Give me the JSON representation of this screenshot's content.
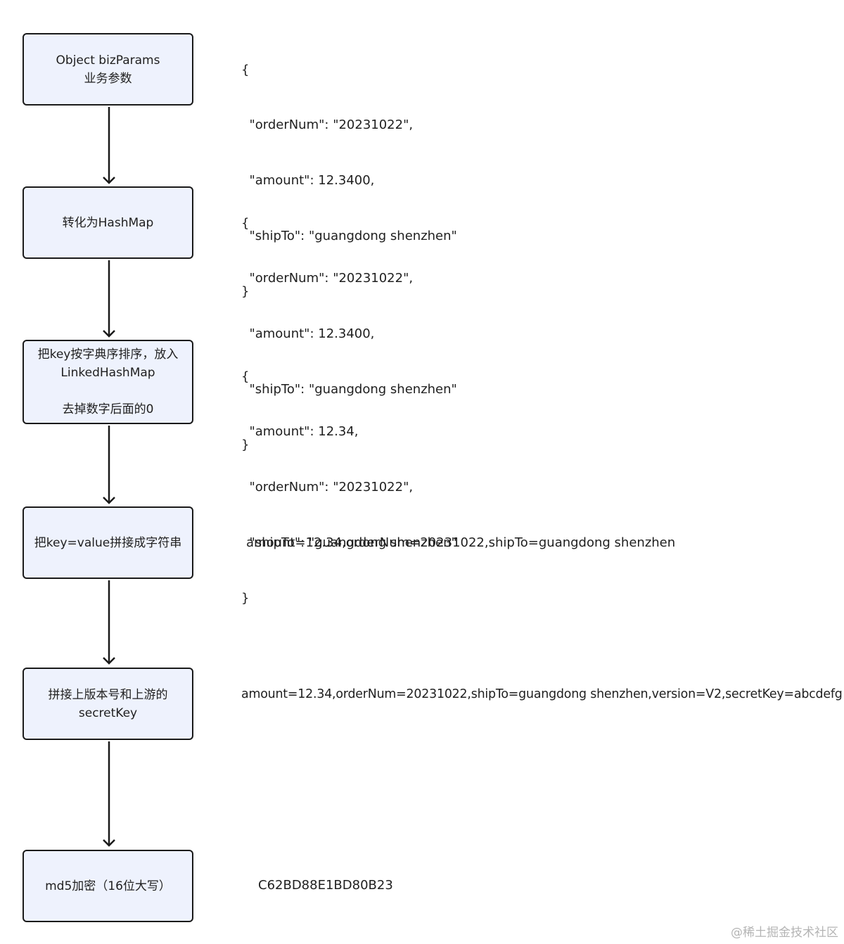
{
  "steps": [
    {
      "lines": [
        "Object bizParams",
        "业务参数"
      ]
    },
    {
      "lines": [
        "转化为HashMap"
      ]
    },
    {
      "lines": [
        "把key按字典序排序，放入",
        "LinkedHashMap",
        " ",
        "去掉数字后面的0"
      ]
    },
    {
      "lines": [
        "把key=value拼接成字符串"
      ]
    },
    {
      "lines": [
        "拼接上版本号和上游的",
        "secretKey"
      ]
    },
    {
      "lines": [
        "md5加密（16位大写）"
      ]
    }
  ],
  "json_blocks": [
    {
      "lines": [
        "{",
        "  \"orderNum\": \"20231022\",",
        "  \"amount\": 12.3400,",
        "  \"shipTo\": \"guangdong shenzhen\"",
        "}"
      ]
    },
    {
      "lines": [
        "{",
        "  \"orderNum\": \"20231022\",",
        "  \"amount\": 12.3400,",
        "  \"shipTo\": \"guangdong shenzhen\"",
        "}"
      ]
    },
    {
      "lines": [
        "{",
        "  \"amount\": 12.34,",
        "  \"orderNum\": \"20231022\",",
        "  \"shipTo\": \"guangdong shenzhen\"",
        "}"
      ]
    }
  ],
  "results": {
    "joined": "amount=12.34,orderNum=20231022,shipTo=guangdong shenzhen",
    "with_secret": "amount=12.34,orderNum=20231022,shipTo=guangdong shenzhen,version=V2,secretKey=abcdefg",
    "md5": "C62BD88E1BD80B23"
  },
  "watermark": "@稀土掘金技术社区",
  "colors": {
    "box_fill": "#eef2fd",
    "box_border": "#1a1a1a",
    "arrow": "#1a1a1a",
    "text": "#1f1f1f",
    "watermark": "#b4b4b4"
  }
}
